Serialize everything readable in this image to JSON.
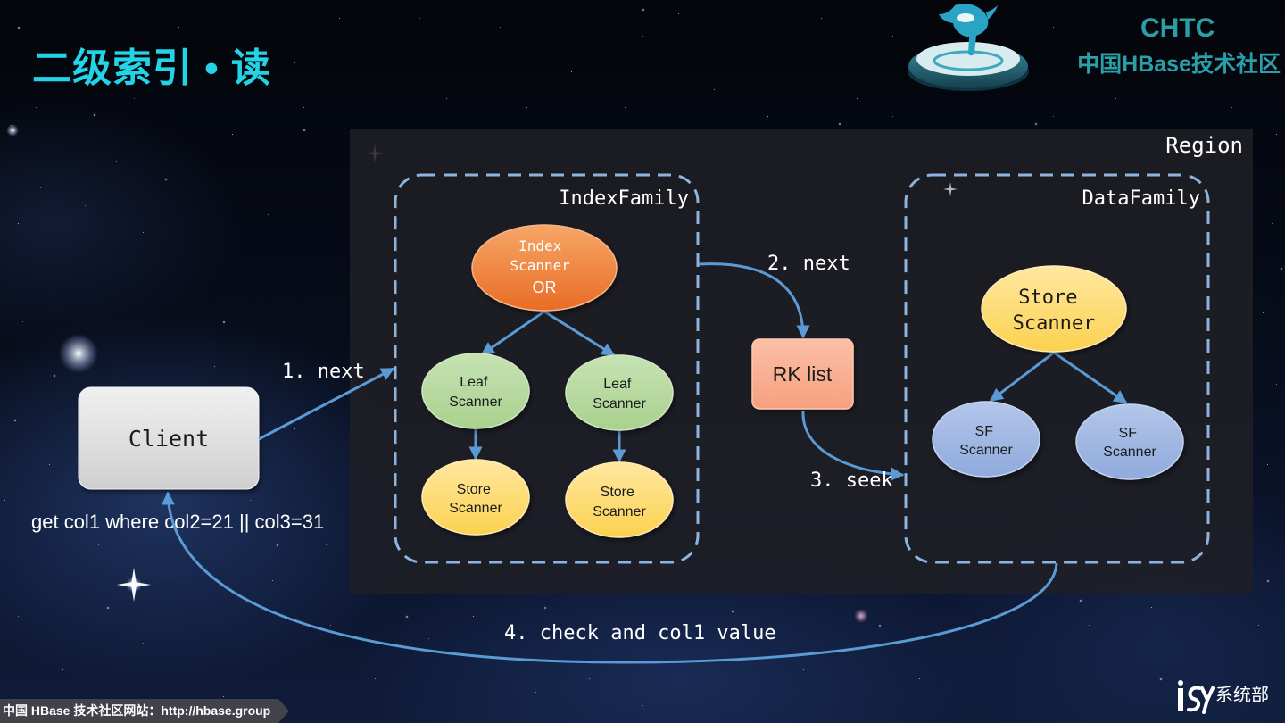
{
  "slide": {
    "title": "二级索引 • 读",
    "logo": {
      "icon": "whale-on-disc-icon",
      "name": "CHTC",
      "subtitle": "中国HBase技术社区"
    },
    "footer": {
      "text": "中国 HBase 技术社区网站：http://hbase.group"
    },
    "corner_logo": {
      "icon": "isys-logo-icon",
      "text": "系统部"
    }
  },
  "diagram": {
    "region": {
      "label": "Region"
    },
    "index_family": {
      "label": "IndexFamily",
      "index_scanner": {
        "lines": [
          "Index",
          "Scanner",
          "OR"
        ]
      },
      "leaf_scanners": [
        {
          "lines": [
            "Leaf",
            "Scanner"
          ]
        },
        {
          "lines": [
            "Leaf",
            "Scanner"
          ]
        }
      ],
      "store_scanners": [
        {
          "lines": [
            "Store",
            "Scanner"
          ]
        },
        {
          "lines": [
            "Store",
            "Scanner"
          ]
        }
      ]
    },
    "rk_list": {
      "label": "RK list"
    },
    "data_family": {
      "label": "DataFamily",
      "store_scanner": {
        "lines": [
          "Store",
          "Scanner"
        ]
      },
      "sf_scanners": [
        {
          "lines": [
            "SF",
            "Scanner"
          ]
        },
        {
          "lines": [
            "SF",
            "Scanner"
          ]
        }
      ]
    },
    "client": {
      "label": "Client",
      "query": "get col1 where col2=21 || col3=31"
    },
    "edges": [
      {
        "label": "1. next"
      },
      {
        "label": "2. next"
      },
      {
        "label": "3. seek"
      },
      {
        "label": "4. check and col1 value"
      }
    ]
  },
  "colors": {
    "title": "#22d4e6",
    "logo-text": "#2a9fa8",
    "connector": "#5b9bd5",
    "dashed-border": "#8db3de",
    "index-scanner": "#e86c24",
    "leaf-scanner": "#a9d18e",
    "store-scanner": "#fbd24f",
    "sf-scanner": "#8faadc",
    "rk-list": "#f6a07f",
    "client": "#cfcfcf"
  }
}
